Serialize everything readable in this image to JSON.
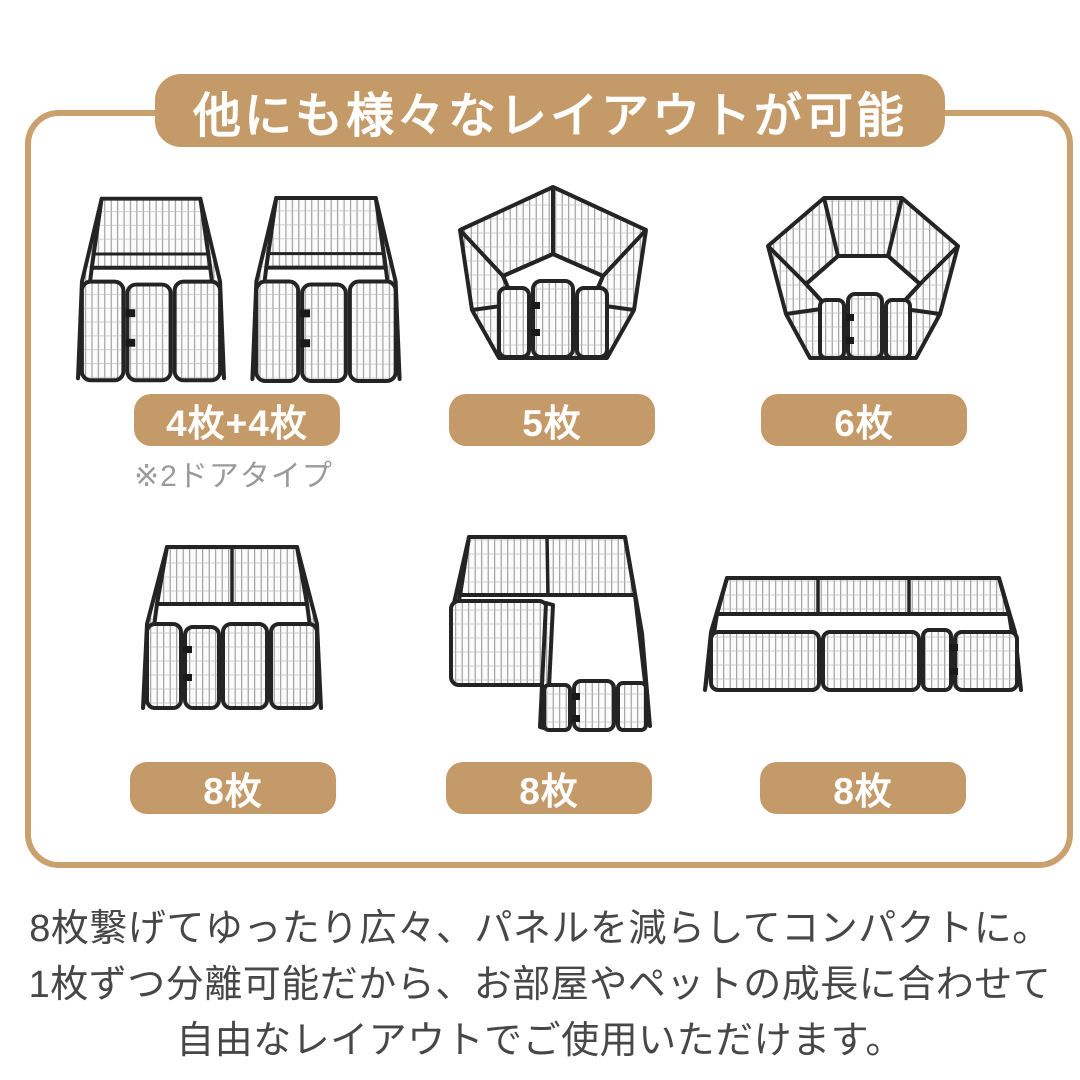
{
  "banner": {
    "title": "他にも様々なレイアウトが可能"
  },
  "layouts": [
    {
      "id": "two-squares-4plus4",
      "label": "4枚+4枚",
      "note": "※2ドアタイプ"
    },
    {
      "id": "pentagon-5",
      "label": "5枚"
    },
    {
      "id": "hexagon-6",
      "label": "6枚"
    },
    {
      "id": "square-8",
      "label": "8枚"
    },
    {
      "id": "l-shape-8",
      "label": "8枚"
    },
    {
      "id": "rectangle-8",
      "label": "8枚"
    }
  ],
  "description": {
    "line1": "8枚繋げてゆったり広々、パネルを減らしてコンパクトに。",
    "line2": "1枚ずつ分離可能だから、お部屋やペットの成長に合わせて",
    "line3": "自由なレイアウトでご使用いただけます。"
  },
  "colors": {
    "accent_tan": "#c49a68",
    "card_border": "#c9a06e",
    "badge_text": "#ffffff",
    "note_gray": "#9a9a9a",
    "body_text": "#474747",
    "fence_frame": "#242424"
  }
}
